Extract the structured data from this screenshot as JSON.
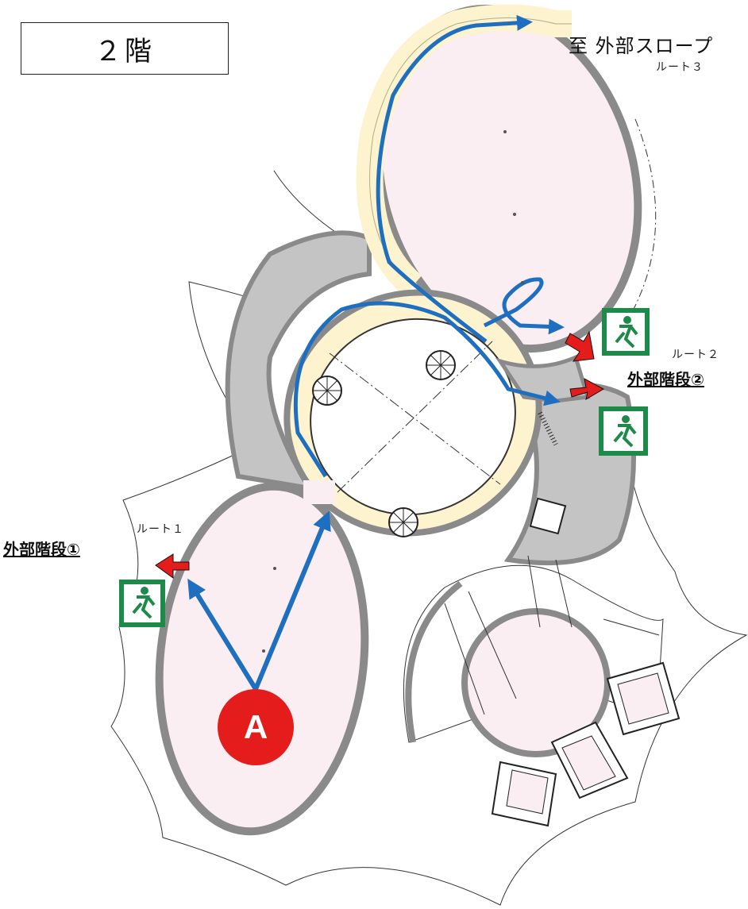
{
  "floor_label": "２階",
  "slope_label": "至 外部スロープ",
  "stairs": {
    "stair1": "外部階段①",
    "stair2": "外部階段②"
  },
  "routes": {
    "route1": "ルート１",
    "route2": "ルート２",
    "route3": "ルート３"
  },
  "start_marker": "A",
  "colors": {
    "route_line": "#1f6fc0",
    "exit_arrow": "#e51c1c",
    "exit_sign": "#1d8a4a",
    "room_fill": "#fbeef3",
    "corridor_fill": "#fdf3cf",
    "wall_fill": "#8a8a8a",
    "open_area": "#c4c4c4"
  },
  "icons": [
    "emergency-exit-sign-icon",
    "exit-arrow-icon",
    "spiral-stair-icon"
  ]
}
